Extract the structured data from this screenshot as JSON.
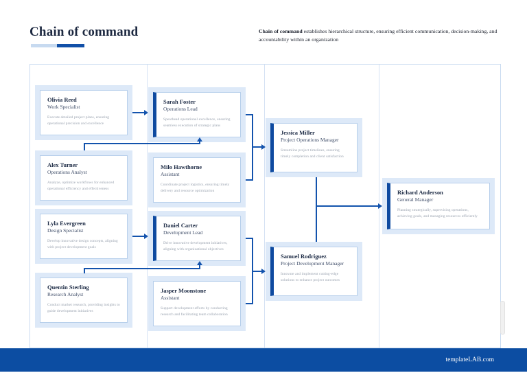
{
  "header": {
    "title": "Chain of command",
    "intro_bold": "Chain of command",
    "intro_rest": " establishes hierarchical structure, ensuring efficient communication, decision-making, and accountability within an organization"
  },
  "footer": {
    "brand": "templateLAB.com"
  },
  "colors": {
    "accent_blue": "#1353ad",
    "accent_bar": "#0e4aa0",
    "footer_bg": "#0c4da2",
    "panel_bg": "#dde9f8",
    "box_border": "#b7cfeb",
    "grid_line": "#d5e2f4",
    "name_text": "#1d2b45",
    "desc_text": "#98a1ae"
  },
  "org": {
    "boxes": [
      {
        "id": "olivia-reed",
        "name": "Olivia Reed",
        "role": "Work Specialist",
        "desc": "Execute detailed project plans, ensuring operational precision and excellence"
      },
      {
        "id": "alex-turner",
        "name": "Alex Turner",
        "role": "Operations Analyst",
        "desc": "Analyze, optimize workflows for enhanced operational efficiency and effectiveness"
      },
      {
        "id": "lyla-evergreen",
        "name": "Lyla Evergreen",
        "role": "Design Specialist",
        "desc": "Develop innovative design concepts, aligning with project development goals"
      },
      {
        "id": "quentin-sterling",
        "name": "Quentin Sterling",
        "role": "Research Analyst",
        "desc": "Conduct market research, providing insights to guide development initiatives"
      },
      {
        "id": "sarah-foster",
        "name": "Sarah Foster",
        "role": "Operations Lead",
        "desc": "Spearhead operational excellence, ensuring seamless execution of strategic plans"
      },
      {
        "id": "milo-hawthorne",
        "name": "Milo Hawthorne",
        "role": "Assistant",
        "desc": "Coordinate project logistics, ensuring timely delivery and resource optimization"
      },
      {
        "id": "daniel-carter",
        "name": "Daniel Carter",
        "role": "Development Lead",
        "desc": "Drive innovative development initiatives, aligning with organizational objectives"
      },
      {
        "id": "jasper-moonstone",
        "name": "Jasper Moonstone",
        "role": "Assistant",
        "desc": "Support development efforts by conducting research and facilitating team collaboration"
      },
      {
        "id": "jessica-miller",
        "name": "Jessica Miller",
        "role": "Project Operations Manager",
        "desc": "Streamline project timelines, ensuring timely completion and client satisfaction"
      },
      {
        "id": "samuel-rodriguez",
        "name": "Samuel Rodriguez",
        "role": "Project Development Manager",
        "desc": "Innovate and implement cutting-edge solutions to enhance project outcomes"
      },
      {
        "id": "richard-anderson",
        "name": "Richard Anderson",
        "role": "General Manager",
        "desc": "Planning strategically, supervising operations, achieving goals, and managing resources efficiently"
      }
    ],
    "edges": [
      "olivia-reed->sarah-foster",
      "alex-turner->sarah-foster",
      "lyla-evergreen->daniel-carter",
      "quentin-sterling->daniel-carter",
      "sarah-foster->jessica-miller",
      "milo-hawthorne->jessica-miller",
      "daniel-carter->samuel-rodriguez",
      "jasper-moonstone->samuel-rodriguez",
      "jessica-miller->richard-anderson",
      "samuel-rodriguez->richard-anderson"
    ]
  }
}
